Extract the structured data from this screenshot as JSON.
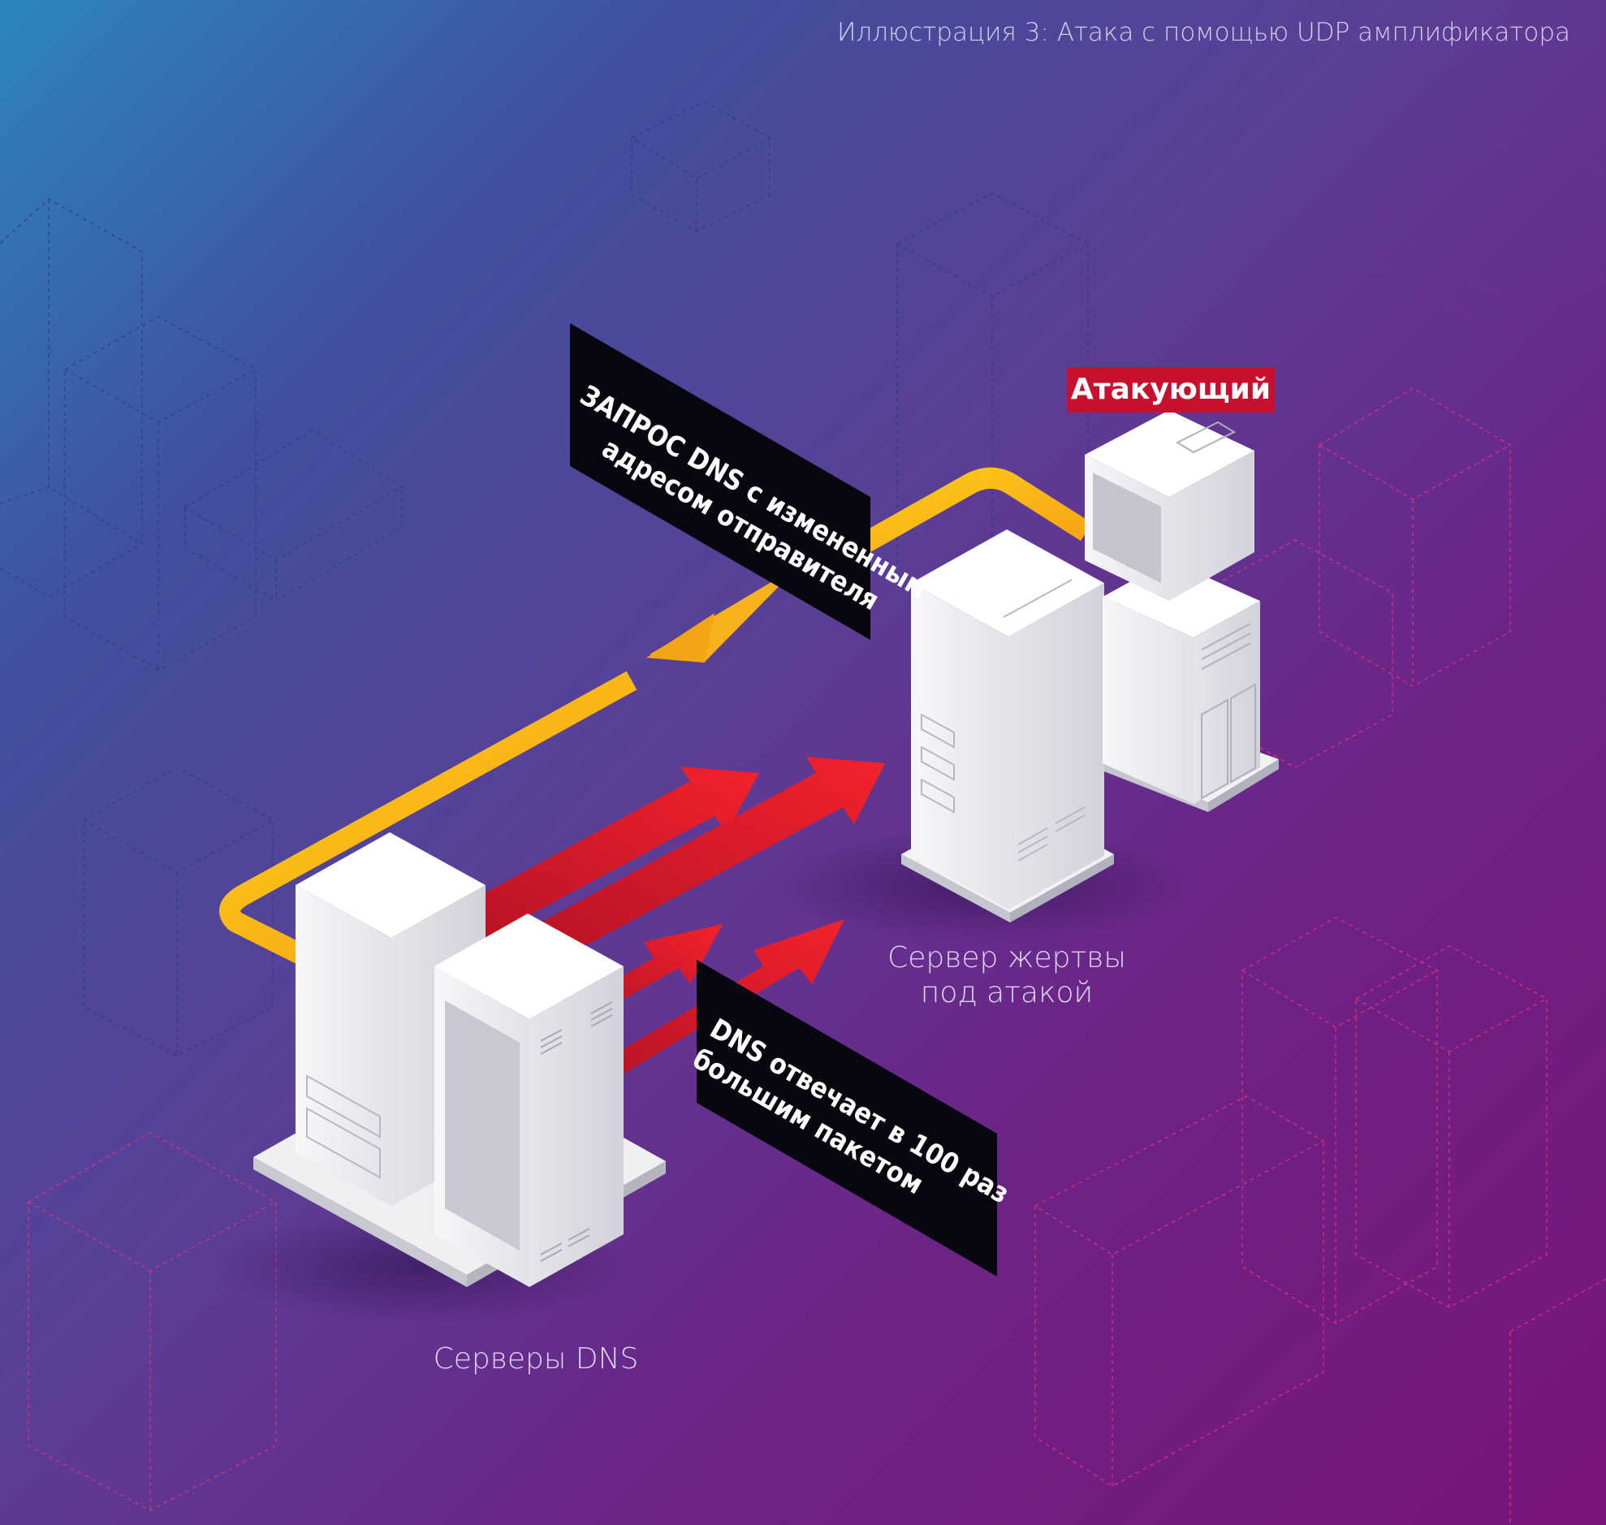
{
  "caption": "Иллюстрация 3: Атака с помощью UDP амплификатора",
  "labels": {
    "attacker": "Атакующий",
    "victim_line1": "Сервер жертвы",
    "victim_line2": "под атакой",
    "dns_servers": "Серверы DNS"
  },
  "notes": {
    "request_line1": "ЗАПРОС DNS с измененным",
    "request_line2": "адресом отправителя",
    "response_line1": "DNS отвечает в 100 раз",
    "response_line2": "большим пакетом"
  },
  "colors": {
    "request_path": "#f5b21a",
    "response_arrows": "#e8202a",
    "attacker_badge": "#c8102e",
    "note_background": "#0a0a14",
    "server_body": "#f2f2f4"
  },
  "icons": {
    "attacker": "computer-terminal-icon",
    "victim": "server-tower-icon",
    "dns": "server-rack-icon"
  }
}
